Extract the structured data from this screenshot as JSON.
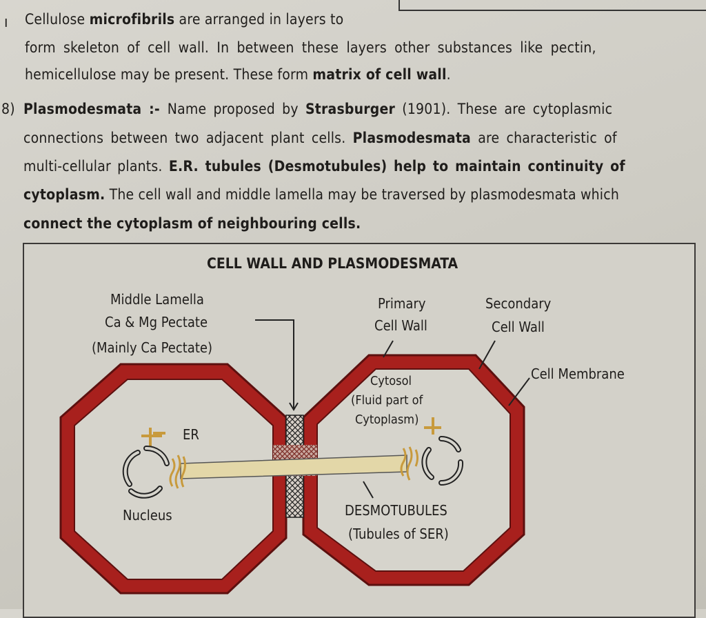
{
  "page": {
    "para1": {
      "bullet": "ı",
      "line1_pre": "Cellulose ",
      "line1_bold": "microfibrils",
      "line1_post": " are arranged in layers to",
      "line2": "form skeleton of cell wall. In between these layers other substances like pectin,",
      "line3_pre": "hemicellulose may be present. These form ",
      "line3_bold": "matrix of cell wall",
      "line3_post": "."
    },
    "para2": {
      "number": "8)",
      "term": "Plasmodesmata",
      "sep": " :- ",
      "l1_a": "Name proposed by ",
      "l1_b": "Strasburger",
      "l1_c": " (1901). These are cytoplasmic",
      "l2_a": "connections between two adjacent plant cells. ",
      "l2_b": "Plasmodesmata",
      "l2_c": " are characteristic of",
      "l3_a": "multi-cellular plants. ",
      "l3_b": "E.R. tubules (Desmotubules) help to maintain continuity of",
      "l4": "cytoplasm. The cell wall and middle lamella may be traversed by plasmodesmata which",
      "l5": "connect the cytoplasm of neighbouring cells."
    }
  },
  "figure": {
    "title": "CELL WALL AND PLASMODESMATA",
    "labels": {
      "middle_lamella_1": "Middle Lamella",
      "middle_lamella_2": "Ca & Mg Pectate",
      "middle_lamella_3": "(Mainly Ca Pectate)",
      "primary_1": "Primary",
      "primary_2": "Cell Wall",
      "secondary_1": "Secondary",
      "secondary_2": "Cell Wall",
      "cell_membrane": "Cell Membrane",
      "cytosol_1": "Cytosol",
      "cytosol_2": "(Fluid part of",
      "cytosol_3": "Cytoplasm)",
      "er": "ER",
      "nucleus": "Nucleus",
      "desmo_1": "DESMOTUBULES",
      "desmo_2": "(Tubules of SER)"
    },
    "colors": {
      "wall": "#a8201d",
      "wall_dark": "#6e1412",
      "tubule": "#d9c68c",
      "er": "#c89a3c"
    }
  }
}
